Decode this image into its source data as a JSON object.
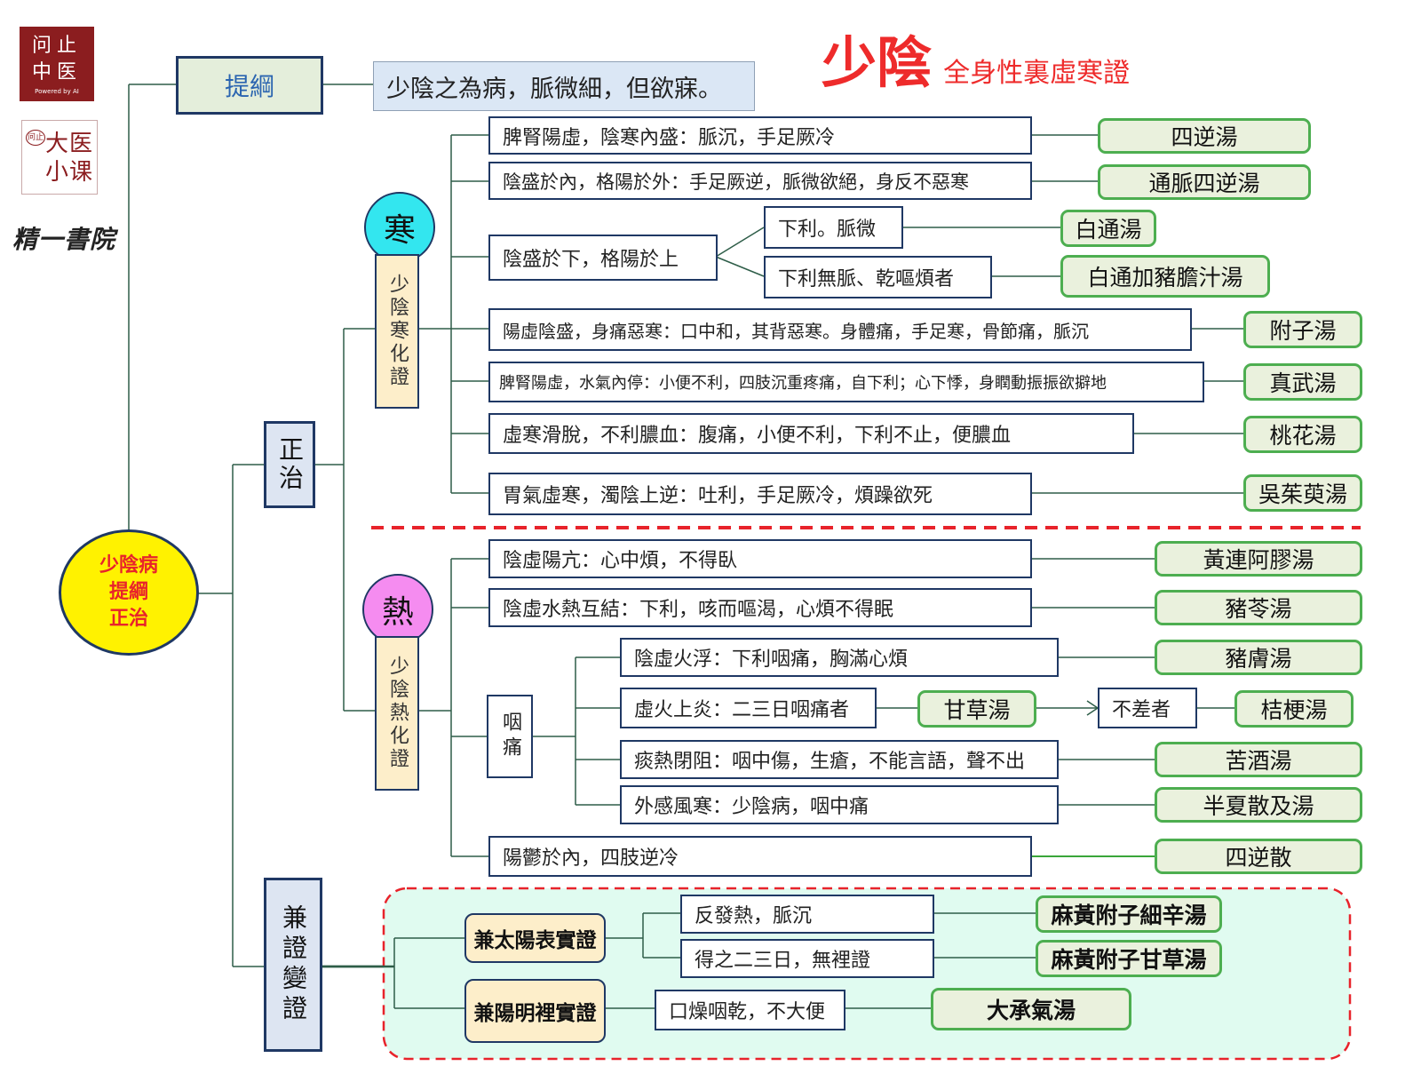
{
  "logos": {
    "wenzhi": "问止中医",
    "wenzhi_sub": "Powered by AI",
    "daxiao": "大医小课",
    "daxiao_seal": "问止",
    "jingyi": "精一書院"
  },
  "title": {
    "main": "少陰",
    "sub": "全身性裏虛寒證"
  },
  "root": {
    "line1": "少陰病",
    "line2": "提綱",
    "line3": "正治"
  },
  "branches": {
    "tigang": "提綱",
    "zhengzhi": "正治",
    "jianzheng": "兼證變證"
  },
  "tigang_text": "少陰之為病，脈微細，但欲寐。",
  "cold": {
    "circle": "寒",
    "label": "少陰寒化證",
    "rows": [
      {
        "text": "脾腎陽虛，陰寒內盛：脈沉，手足厥冷",
        "rx": "四逆湯"
      },
      {
        "text": "陰盛於內，格陽於外：手足厥逆，脈微欲絕，身反不惡寒",
        "rx": "通脈四逆湯"
      },
      {
        "text": "陰盛於下，格陽於上",
        "subs": [
          {
            "text": "下利。脈微",
            "rx": "白通湯"
          },
          {
            "text": "下利無脈、乾嘔煩者",
            "rx": "白通加豬膽汁湯"
          }
        ]
      },
      {
        "text": "陽虛陰盛，身痛惡寒：口中和，其背惡寒。身體痛，手足寒，骨節痛，脈沉",
        "rx": "附子湯"
      },
      {
        "text": "脾腎陽虛，水氣內停：小便不利，四肢沉重疼痛，自下利；心下悸，身瞤動振振欲擗地",
        "rx": "真武湯"
      },
      {
        "text": "虛寒滑脫，不利膿血：腹痛，小便不利，下利不止，便膿血",
        "rx": "桃花湯"
      },
      {
        "text": "胃氣虛寒，濁陰上逆：吐利，手足厥冷，煩躁欲死",
        "rx": "吳茱萸湯"
      }
    ]
  },
  "heat": {
    "circle": "熱",
    "label": "少陰熱化證",
    "rows": [
      {
        "text": "陰虛陽亢：心中煩，不得臥",
        "rx": "黃連阿膠湯"
      },
      {
        "text": "陰虛水熱互結：下利，咳而嘔渴，心煩不得眠",
        "rx": "豬苓湯"
      }
    ],
    "throat": {
      "label": "咽痛",
      "rows": [
        {
          "text": "陰虛火浮：下利咽痛，胸滿心煩",
          "rx": "豬膚湯"
        },
        {
          "text": "虛火上炎：二三日咽痛者",
          "rx": "甘草湯",
          "then": "不差者",
          "rx2": "桔梗湯"
        },
        {
          "text": "痰熱閉阻：咽中傷，生瘡，不能言語，聲不出",
          "rx": "苦酒湯"
        },
        {
          "text": "外感風寒：少陰病，咽中痛",
          "rx": "半夏散及湯"
        }
      ]
    },
    "last": {
      "text": "陽鬱於內，四肢逆冷",
      "rx": "四逆散"
    }
  },
  "complex": {
    "taiyang": {
      "label": "兼太陽表實證",
      "rows": [
        {
          "text": "反發熱，脈沉",
          "rx": "麻黃附子細辛湯"
        },
        {
          "text": "得之二三日，無裡證",
          "rx": "麻黃附子甘草湯"
        }
      ]
    },
    "yangming": {
      "label": "兼陽明裡實證",
      "rows": [
        {
          "text": "口燥咽乾，不大便",
          "rx": "大承氣湯"
        }
      ]
    }
  },
  "colors": {
    "title_red": "#ee2b2b",
    "root_fill": "#fff200",
    "cold_circle": "#33e6ef",
    "heat_circle": "#f58cf0",
    "rx_border": "#4dae50",
    "rx_fill": "#eaf1dd",
    "tigang_fill": "#e4eedb",
    "tigang_text_fill": "#dbe7f5",
    "branch_fill": "#dde5f2",
    "complex_fill": "#e0fbf0",
    "dash_red": "#e8232b"
  }
}
